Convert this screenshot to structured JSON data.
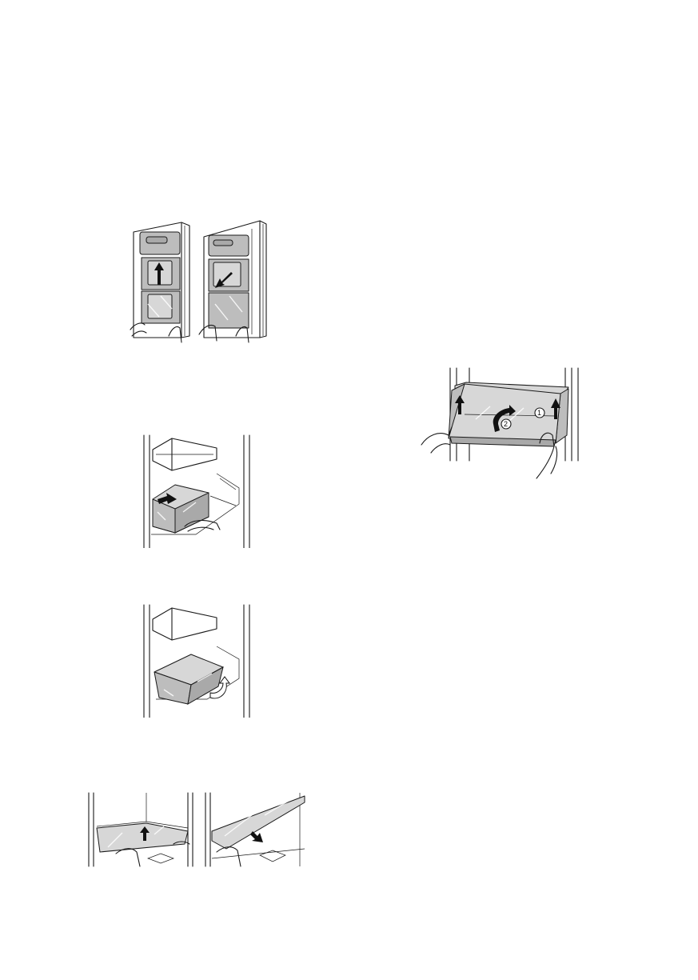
{
  "figures": [
    {
      "id": "door-bins",
      "arrow_icon": "curved-arrow-icon"
    },
    {
      "id": "drawer-pull",
      "arrow_icon": "arrow-icon"
    },
    {
      "id": "drawer-tilt",
      "arrow_icon": "curved-arrow-icon"
    },
    {
      "id": "glass-shelf",
      "arrow_icon": "arrow-icon"
    },
    {
      "id": "bottle-bin",
      "arrow_icon": "curved-arrow-icon"
    }
  ],
  "callouts": {
    "step_1": "1",
    "step_2": "2"
  }
}
